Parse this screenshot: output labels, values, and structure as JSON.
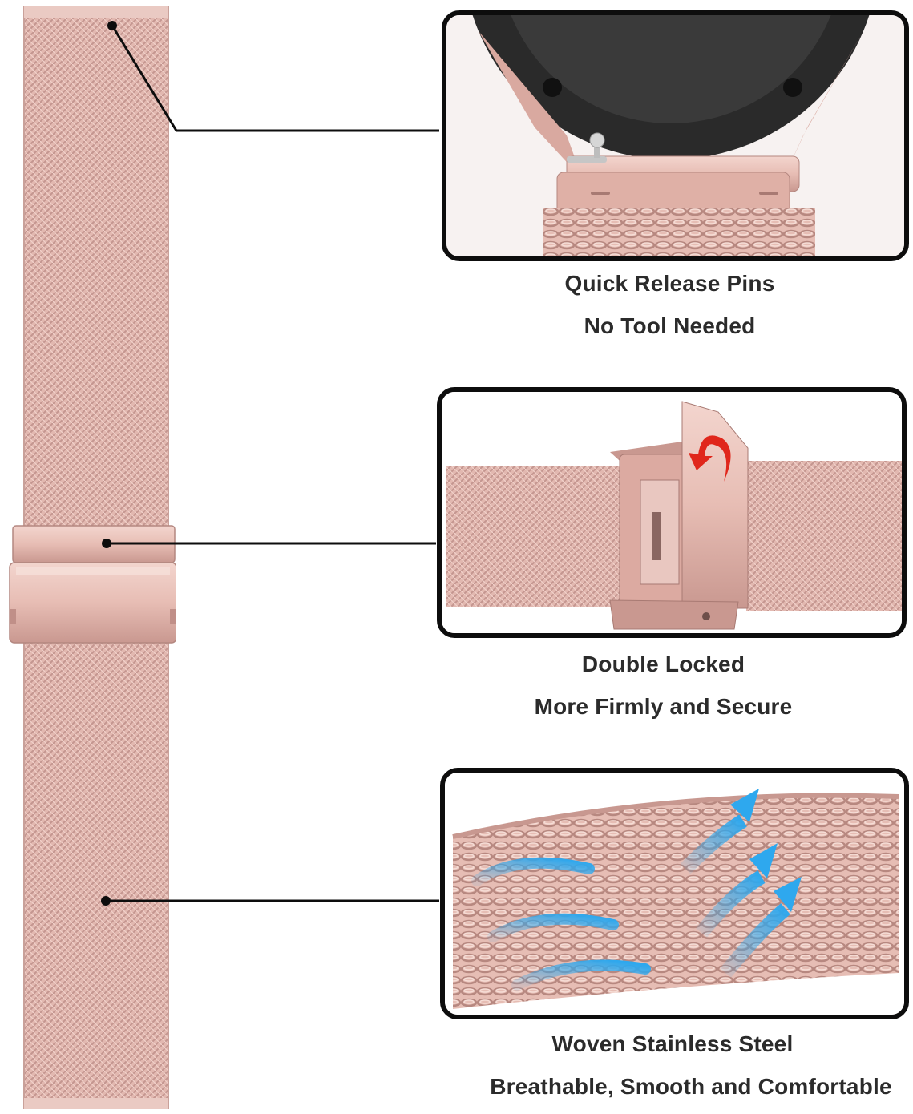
{
  "features": [
    {
      "title": "Quick Release Pins",
      "subtitle": "No Tool Needed"
    },
    {
      "title": "Double Locked",
      "subtitle": "More Firmly and Secure"
    },
    {
      "title": "Woven Stainless Steel",
      "subtitle": "Breathable, Smooth and Comfortable"
    }
  ],
  "colors": {
    "band_rose_gold": "#e2b8b0",
    "band_highlight": "#f4d9d3",
    "band_shadow": "#b98a84",
    "frame_border": "#0d0d0d",
    "caption_text": "#2b2b2b",
    "watch_case": "#2a2a2a",
    "airflow_arrow": "#2ea8ee",
    "lock_arrow": "#e0261b"
  },
  "icons": [
    "quick-release-pin-icon",
    "lock-arrow-icon",
    "airflow-arrow-icon"
  ]
}
